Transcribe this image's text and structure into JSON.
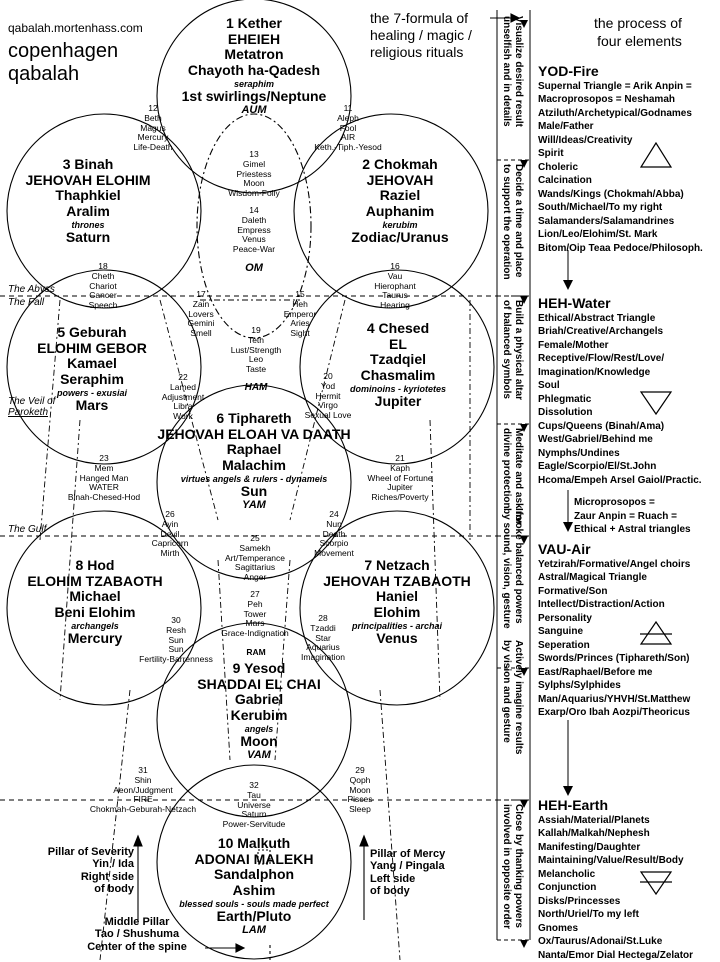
{
  "site": "qabalah.mortenhass.com",
  "title": [
    "copenhagen",
    "qabalah"
  ],
  "formula_note": [
    "the 7-formula of",
    "healing / magic /",
    "religious rituals"
  ],
  "process_note": [
    "the process of",
    "four elements"
  ],
  "levels": {
    "abyss": "The Abyss",
    "fall": "The Fall",
    "veil": [
      "The Veil of",
      "Paroketh"
    ],
    "gulf": "The Gulf"
  },
  "sephiroth": {
    "kether": {
      "num": "1 Kether",
      "god": "EHEIEH",
      "arch": "Metatron",
      "choir": "Chayoth ha-Qadesh",
      "order": "seraphim",
      "planet": "1st swirlings/Neptune",
      "sound": "AUM"
    },
    "binah": {
      "num": "3 Binah",
      "god": "JEHOVAH ELOHIM",
      "arch": "Thaphkiel",
      "choir": "Aralim",
      "order": "thrones",
      "planet": "Saturn"
    },
    "chokmah": {
      "num": "2 Chokmah",
      "god": "JEHOVAH",
      "arch": "Raziel",
      "choir": "Auphanim",
      "order": "kerubim",
      "planet": "Zodiac/Uranus"
    },
    "geburah": {
      "num": "5 Geburah",
      "god": "ELOHIM GEBOR",
      "arch": "Kamael",
      "choir": "Seraphim",
      "order": "powers - exusiai",
      "planet": "Mars"
    },
    "chesed": {
      "num": "4 Chesed",
      "god": "EL",
      "arch": "Tzadqiel",
      "choir": "Chasmalim",
      "order": "dominoins - kyriotetes",
      "planet": "Jupiter"
    },
    "tiphareth": {
      "num": "6 Tiphareth",
      "god": "JEHOVAH ELOAH VA DAATH",
      "arch": "Raphael",
      "choir": "Malachim",
      "order": "virtues angels & rulers - dynameis",
      "planet": "Sun",
      "sound": "YAM"
    },
    "hod": {
      "num": "8 Hod",
      "god": "ELOHIM TZABAOTH",
      "arch": "Michael",
      "choir": "Beni Elohim",
      "order": "archangels",
      "planet": "Mercury"
    },
    "netzach": {
      "num": "7 Netzach",
      "god": "JEHOVAH TZABAOTH",
      "arch": "Haniel",
      "choir": "Elohim",
      "order": "principalities - archai",
      "planet": "Venus"
    },
    "yesod": {
      "num": "9 Yesod",
      "god": "SHADDAI EL CHAI",
      "arch": "Gabriel",
      "choir": "Kerubim",
      "order": "angels",
      "planet": "Moon",
      "sound": "VAM"
    },
    "malkuth": {
      "num": "10 Malkuth",
      "god": "ADONAI MALEKH",
      "arch": "Sandalphon",
      "choir": "Ashim",
      "order": "blessed souls - souls made perfect",
      "planet": "Earth/Pluto",
      "sound": "LAM"
    }
  },
  "daath": {
    "sound": "OM"
  },
  "tiphareth_sound": "HAM",
  "yesod_ram": "RAM",
  "paths": {
    "p11": [
      "11",
      "Aleph",
      "Fool",
      "AIR",
      "Keth.-Tiph.-Yesod"
    ],
    "p12": [
      "12",
      "Beth",
      "Magus",
      "Mercury",
      "Life-Death"
    ],
    "p13": [
      "13",
      "Gimel",
      "Priestess",
      "Moon",
      "Wisdom-Folly"
    ],
    "p14": [
      "14",
      "Daleth",
      "Empress",
      "Venus",
      "Peace-War"
    ],
    "p15": [
      "15",
      "Heh",
      "Emperor",
      "Aries",
      "Sight"
    ],
    "p16": [
      "16",
      "Vau",
      "Hierophant",
      "Taurus",
      "Hearing"
    ],
    "p17": [
      "17",
      "Zain",
      "Lovers",
      "Gemini",
      "Smell"
    ],
    "p18": [
      "18",
      "Cheth",
      "Chariot",
      "Cancer",
      "Speech"
    ],
    "p19": [
      "19",
      "Teth",
      "Lust/Strength",
      "Leo",
      "Taste"
    ],
    "p20": [
      "20",
      "Yod",
      "Hermit",
      "Virgo",
      "Sexual Love"
    ],
    "p21": [
      "21",
      "Kaph",
      "Wheel of Fortune",
      "Jupiter",
      "Riches/Poverty"
    ],
    "p22": [
      "22",
      "Lamed",
      "Adjustment",
      "Libra",
      "Work"
    ],
    "p23": [
      "23",
      "Mem",
      "Hanged Man",
      "WATER",
      "Binah-Chesed-Hod"
    ],
    "p24": [
      "24",
      "Nun",
      "Death",
      "Scorpio",
      "Movement"
    ],
    "p25": [
      "25",
      "Samekh",
      "Art/Temperance",
      "Sagittarius",
      "Anger"
    ],
    "p26": [
      "26",
      "Ayin",
      "Devil",
      "Capricorn",
      "Mirth"
    ],
    "p27": [
      "27",
      "Peh",
      "Tower",
      "Mars",
      "Grace-Indignation"
    ],
    "p28": [
      "28",
      "Tzaddi",
      "Star",
      "Aquarius",
      "Imagination"
    ],
    "p29": [
      "29",
      "Qoph",
      "Moon",
      "Pisces",
      "Sleep"
    ],
    "p30": [
      "30",
      "Resh",
      "Sun",
      "Sun",
      "Fertility-Barrenness"
    ],
    "p31": [
      "31",
      "Shin",
      "Aeon/Judgment",
      "FIRE",
      "Chokmah-Geburah-Netzach"
    ],
    "p32": [
      "32",
      "Tau",
      "Universe",
      "Saturn",
      "Power-Servitude"
    ]
  },
  "pillars": {
    "severity": [
      "Pillar of Severity",
      "Yin / Ida",
      "Right side",
      "of body"
    ],
    "mercy": [
      "Pillar of Mercy",
      "Yang / Pingala",
      "Left side",
      "of body"
    ],
    "middle": [
      "Middle Pillar",
      "Tao / Shushuma",
      "Center of the spine"
    ]
  },
  "ritual_steps": [
    [
      "Visualize desired result",
      "unselfish and in details"
    ],
    [
      "Decide a time and place",
      "to support the operation"
    ],
    [
      "Build a physical altar",
      "of balanced symbols"
    ],
    [
      "Meditate and ask for",
      "divine protection"
    ],
    [
      "Invoke balanced powers",
      "by sound, vision, gesture"
    ],
    [
      "Actively imagine results",
      "by vision and gesture"
    ],
    [
      "Close by thanking powers",
      "involved in opposite order"
    ]
  ],
  "elements": {
    "yod": {
      "title": "YOD-Fire",
      "items": [
        "Supernal Triangle = Arik Anpin =",
        "Macroprosopos = Neshamah",
        "Atziluth/Archetypical/Godnames",
        "Male/Father",
        "Will/Ideas/Creativity",
        "Spirit",
        "Choleric",
        "Calcination",
        "Wands/Kings (Chokmah/Abba)",
        "South/Michael/To my right",
        "Salamanders/Salamandrines",
        "Lion/Leo/Elohim/St. Mark",
        "Bitom/Oip Teaa Pedoce/Philosoph."
      ]
    },
    "heh": {
      "title": "HEH-Water",
      "items": [
        "Ethical/Abstract Triangle",
        "Briah/Creative/Archangels",
        "Female/Mother",
        "Receptive/Flow/Rest/Love/",
        "Imagination/Knowledge",
        "Soul",
        "Phlegmatic",
        "Dissolution",
        "Cups/Queens (Binah/Ama)",
        "West/Gabriel/Behind me",
        "Nymphs/Undines",
        "Eagle/Scorpio/El/St.John",
        "Hcoma/Empeh Arsel Gaiol/Practic."
      ]
    },
    "micro": [
      "Microprosopos =",
      "Zaur Anpin = Ruach =",
      "Ethical + Astral triangles"
    ],
    "vau": {
      "title": "VAU-Air",
      "items": [
        "Yetzirah/Formative/Angel choirs",
        "Astral/Magical Triangle",
        "Formative/Son",
        "Intellect/Distraction/Action",
        "Personality",
        "Sanguine",
        "Seperation",
        "Swords/Princes (Tiphareth/Son)",
        "East/Raphael/Before me",
        "Sylphs/Sylphides",
        "Man/Aquarius/YHVH/St.Matthew",
        "Exarp/Oro Ibah Aozpi/Theoricus"
      ]
    },
    "earth": {
      "title": "HEH-Earth",
      "items": [
        "Assiah/Material/Planets",
        "Kallah/Malkah/Nephesh",
        "Manifesting/Daughter",
        "Maintaining/Value/Result/Body",
        "Melancholic",
        "Conjunction",
        "Disks/Princesses",
        "North/Uriel/To my left",
        "Gnomes",
        "Ox/Taurus/Adonai/St.Luke",
        "Nanta/Emor Dial Hectega/Zelator"
      ]
    }
  },
  "icons": [
    "fire-triangle-icon",
    "water-triangle-icon",
    "air-triangle-icon",
    "earth-triangle-icon"
  ]
}
